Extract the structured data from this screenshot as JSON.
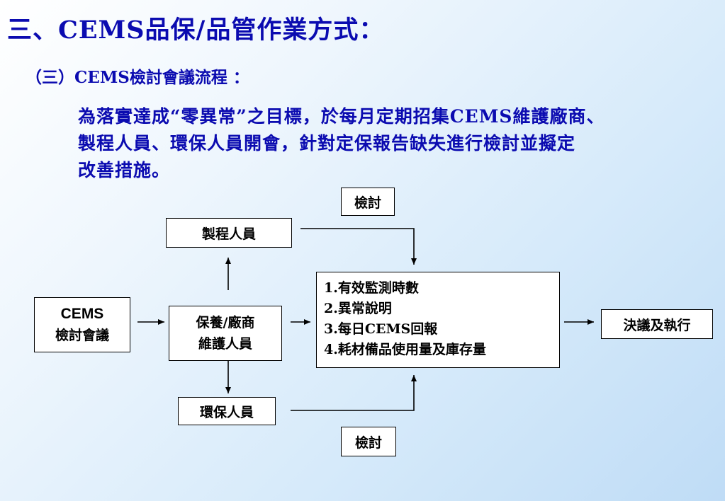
{
  "page": {
    "title": "三、CEMS品保/品管作業方式：",
    "subtitle": "（三）CEMS檢討會議流程 ：",
    "paragraph_lines": [
      "為落實達成“零異常”之目標，於每月定期招集CEMS維護廠商、",
      "製程人員、環保人員開會，針對定保報告缺失進行檢討並擬定",
      "改善措施。"
    ]
  },
  "diagram": {
    "meeting": {
      "line1": "CEMS",
      "line2": "檢討會議"
    },
    "maintenance": {
      "line1": "保養/廠商",
      "line2": "維護人員"
    },
    "process_staff": "製程人員",
    "env_staff": "環保人員",
    "review_top": "檢討",
    "review_bottom": "檢討",
    "agenda_items": [
      "1.有效監測時數",
      "2.異常說明",
      "3.每日CEMS回報",
      "4.耗材備品使用量及庫存量"
    ],
    "decision": "決議及執行"
  },
  "colors": {
    "title": "#0b0bb0",
    "box_border": "#000000"
  }
}
